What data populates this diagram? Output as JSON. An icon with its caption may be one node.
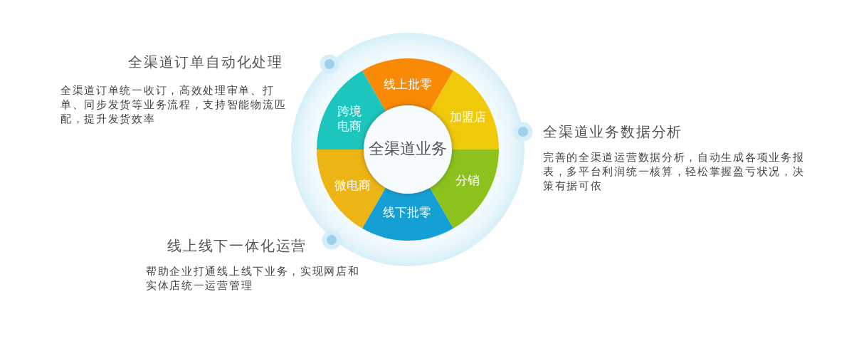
{
  "diagram": {
    "nodes": [
      {
        "text": [
          "线上批零"
        ]
      },
      {
        "text": [
          "跨境电商"
        ]
      },
      {
        "text": [
          "加盟店"
        ]
      },
      {
        "text": [
          "全渠道业务"
        ]
      },
      {
        "text": [
          "微电商"
        ]
      },
      {
        "text": [
          "分销"
        ]
      },
      {
        "text": [
          "线下批零"
        ]
      }
    ],
    "labels": [
      "全渠道订单自动化处理",
      "全渠道订单统一收订，高效处理审单、打单、同步发货等业务流程，支持智能物流匹配，提升发货效率",
      "全渠道业务数据分析",
      "完善的全渠道运营数据分析，自动生成各项业务报表，多平台利润统一核算，轻松掌握盈亏状况，决策有据可依",
      "线上线下一体化运营",
      "帮助企业打通线上线下业务，实现网店和实体店统一运营管理"
    ]
  }
}
